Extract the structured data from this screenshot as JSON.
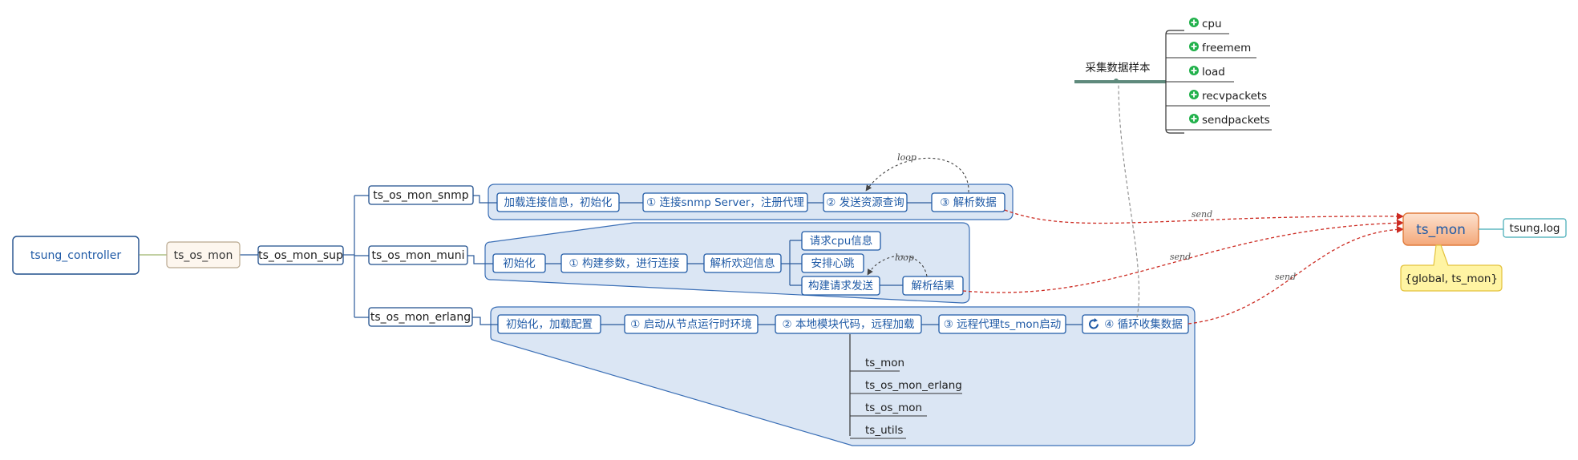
{
  "root": {
    "label": "tsung_controller"
  },
  "os_mon": {
    "label": "ts_os_mon"
  },
  "sup": {
    "label": "ts_os_mon_sup"
  },
  "snmp": {
    "label": "ts_os_mon_snmp",
    "steps": [
      "加载连接信息，初始化",
      "① 连接snmp Server，注册代理",
      "② 发送资源查询",
      "③ 解析数据"
    ],
    "loop_label": "loop"
  },
  "muni": {
    "label": "ts_os_mon_muni",
    "steps": [
      "初始化",
      "① 构建参数，进行连接",
      "解析欢迎信息"
    ],
    "branches": [
      "请求cpu信息",
      "安排心跳",
      "构建请求发送"
    ],
    "result": "解析结果",
    "loop_label": "loop"
  },
  "erlang": {
    "label": "ts_os_mon_erlang",
    "steps": [
      "初始化，加载配置",
      "① 启动从节点运行时环境",
      "② 本地模块代码，远程加载",
      "③ 远程代理ts_mon启动",
      "④ 循环收集数据"
    ],
    "modules": [
      "ts_mon",
      "ts_os_mon_erlang",
      "ts_os_mon",
      "ts_utils"
    ]
  },
  "ts_mon": {
    "label": "ts_mon",
    "callout": "{global, ts_mon}",
    "log": "tsung.log"
  },
  "samples": {
    "label": "采集数据样本",
    "items": [
      "cpu",
      "freemem",
      "load",
      "recvpackets",
      "sendpackets"
    ]
  },
  "send_label": "send",
  "colors": {
    "node_border": "#1f4e8c",
    "chain_text": "#1f5aa6",
    "panel_fill": "#dbe6f4",
    "send_arrow": "#cc2a21",
    "ts_mon_fill": "#f6b58c",
    "callout_fill": "#fff4a3",
    "plus_icon": "#21b14b"
  }
}
